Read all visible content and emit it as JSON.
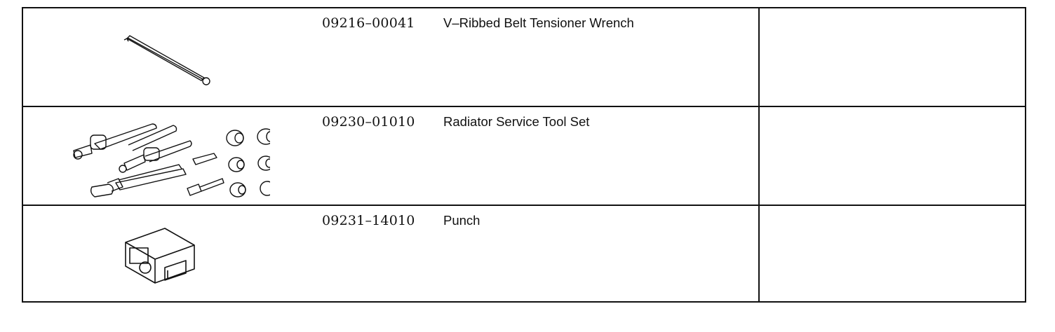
{
  "tools": [
    {
      "part_number": "09216–00041",
      "description": "V–Ribbed Belt Tensioner Wrench",
      "illustration": "tensioner-wrench-icon"
    },
    {
      "part_number": "09230–01010",
      "description": "Radiator Service Tool Set",
      "illustration": "radiator-tool-set-icon"
    },
    {
      "part_number": "09231–14010",
      "description": "Punch",
      "illustration": "punch-icon"
    }
  ],
  "colors": {
    "line": "#111111",
    "background": "#ffffff"
  }
}
